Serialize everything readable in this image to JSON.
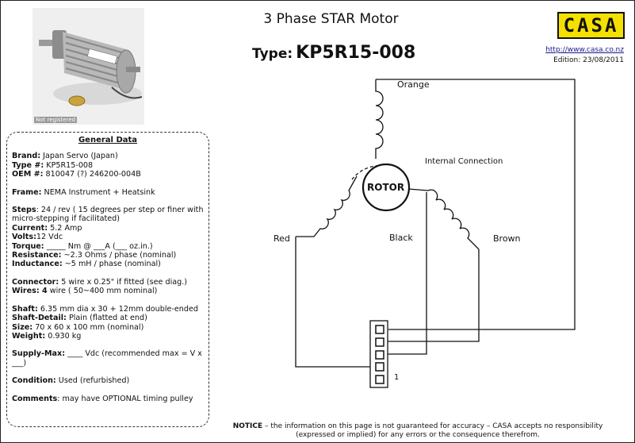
{
  "header": {
    "title": "3 Phase STAR Motor",
    "type_label": "Type:",
    "type_value": "KP5R15-008",
    "logo_text": "CASA",
    "url": "http://www.casa.co.nz",
    "edition": "Edition: 23/08/2011"
  },
  "photo": {
    "watermark": "Not registered"
  },
  "general_data": {
    "title": "General Data",
    "brand_label": "Brand:",
    "brand_value": " Japan Servo (Japan)",
    "typenum_label": "Type #:",
    "typenum_value": " KP5R15-008",
    "oem_label": "OEM #:",
    "oem_value": " 810047 (?) 246200-004B",
    "frame_label": "Frame:",
    "frame_value": " NEMA Instrument + Heatsink",
    "steps_label": "Steps",
    "steps_value": ": 24 / rev ( 15 degrees per step or finer with micro-stepping if facilitated)",
    "current_label": "Current:",
    "current_value": " 5.2  Amp",
    "volts_label": "Volts:",
    "volts_value": "12 Vdc",
    "torque_label": "Torque:",
    "torque_value": " _____ Nm @ ___A (___ oz.in.)",
    "resistance_label": "Resistance:",
    "resistance_value": " ~2.3 Ohms / phase (nominal)",
    "inductance_label": "Inductance:",
    "inductance_value": " ~5 mH / phase (nominal)",
    "connector_label": "Connector:",
    "connector_value": " 5 wire x 0.25\" if fitted (see diag.)",
    "wires_label": "Wires: 4",
    "wires_value": " wire ( 50~400 mm nominal)",
    "shaft_label": "Shaft:",
    "shaft_value": " 6.35 mm dia x 30 + 12mm double-ended",
    "shaftdetail_label": "Shaft-Detail:",
    "shaftdetail_value": " Plain (flatted at end)",
    "size_label": "Size:",
    "size_value": " 70 x 60 x 100 mm (nominal)",
    "weight_label": "Weight:",
    "weight_value": " 0.930 kg",
    "supply_label": "Supply-Max:",
    "supply_value": " ____ Vdc (recommended max = V x ___)",
    "condition_label": "Condition:",
    "condition_value": " Used  (refurbished)",
    "comments_label": "Comments",
    "comments_value": ": may have OPTIONAL timing pulley"
  },
  "diagram": {
    "rotor": "ROTOR",
    "internal_connection": "Internal Connection",
    "orange": "Orange",
    "red": "Red",
    "black": "Black",
    "brown": "Brown",
    "pin_one": "1"
  },
  "notice": {
    "label": "NOTICE",
    "text": " – the information on this page is not guaranteed for accuracy – CASA accepts no responsibility (expressed or implied) for any errors or the consequence therefrom."
  },
  "colors": {
    "logo_bg": "#f5e000",
    "link": "#1a1a8c"
  }
}
